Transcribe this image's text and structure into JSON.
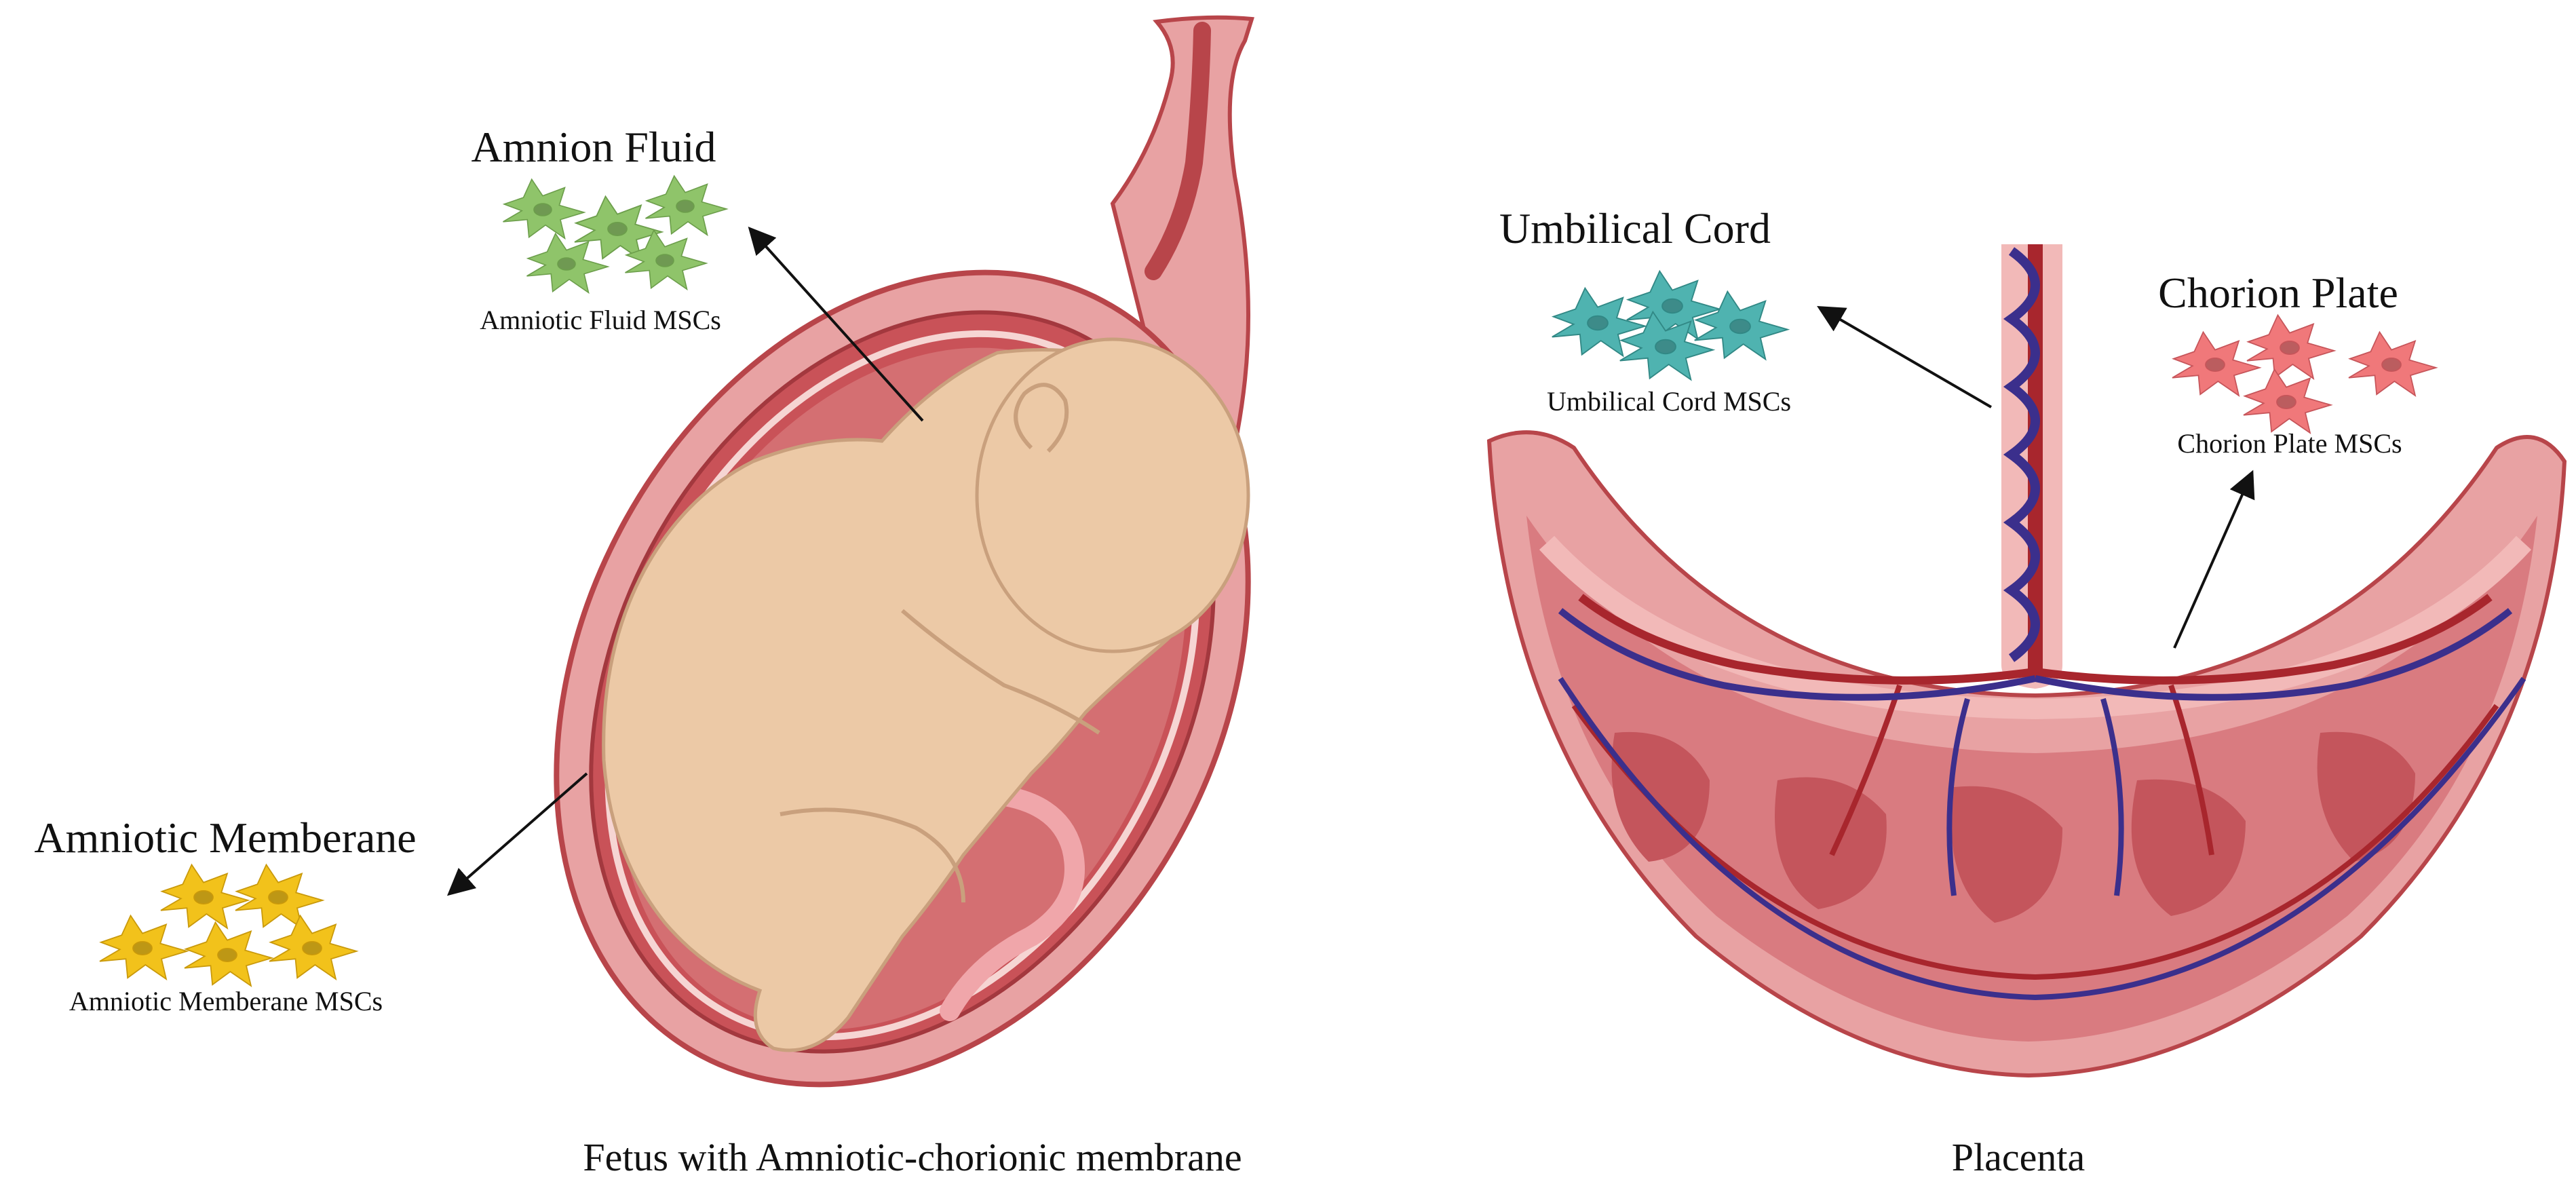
{
  "labels": {
    "amnion_fluid": "Amnion Fluid",
    "amniotic_fluid_mscs": "Amniotic Fluid MSCs",
    "amniotic_memberane": "Amniotic Memberane",
    "amniotic_memberane_mscs": "Amniotic Memberane MSCs",
    "umbilical_cord": "Umbilical Cord",
    "umbilical_cord_mscs": "Umbilical Cord MSCs",
    "chorion_plate": "Chorion Plate",
    "chorion_plate_mscs": "Chorion Plate MSCs"
  },
  "captions": {
    "left": "Fetus with Amniotic-chorionic membrane",
    "right": "Placenta"
  },
  "colors": {
    "amniotic_fluid_cells": "#8fc46a",
    "amniotic_memberane_cells": "#f2c21b",
    "umbilical_cord_cells": "#4fb3b0",
    "chorion_plate_cells": "#f0787a",
    "tissue_outer": "#e8a2a3",
    "tissue_dark": "#b8454a",
    "fetus_skin": "#ecc9a6",
    "artery": "#a8262d",
    "vein": "#3b2f8c"
  }
}
